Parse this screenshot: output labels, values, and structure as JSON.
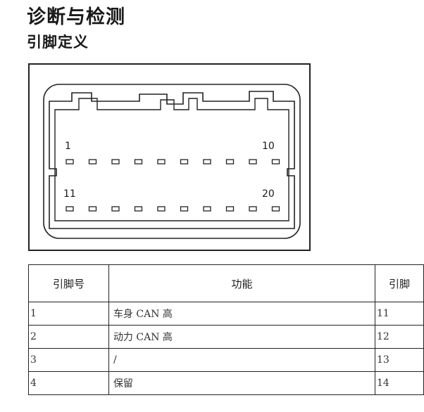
{
  "section_title": "诊断与检测",
  "subsection_title": "引脚定义",
  "connector": {
    "row1_first_label": "1",
    "row1_last_label": "10",
    "row2_first_label": "11",
    "row2_last_label": "20",
    "pins_per_row": 10
  },
  "table": {
    "headers": [
      "引脚号",
      "功能",
      "引脚"
    ],
    "rows": [
      {
        "pin": "1",
        "function": "车身 CAN 高",
        "pin2": "11"
      },
      {
        "pin": "2",
        "function": "动力 CAN 高",
        "pin2": "12"
      },
      {
        "pin": "3",
        "function": "/",
        "pin2": "13"
      },
      {
        "pin": "4",
        "function": "保留",
        "pin2": "14"
      }
    ]
  }
}
